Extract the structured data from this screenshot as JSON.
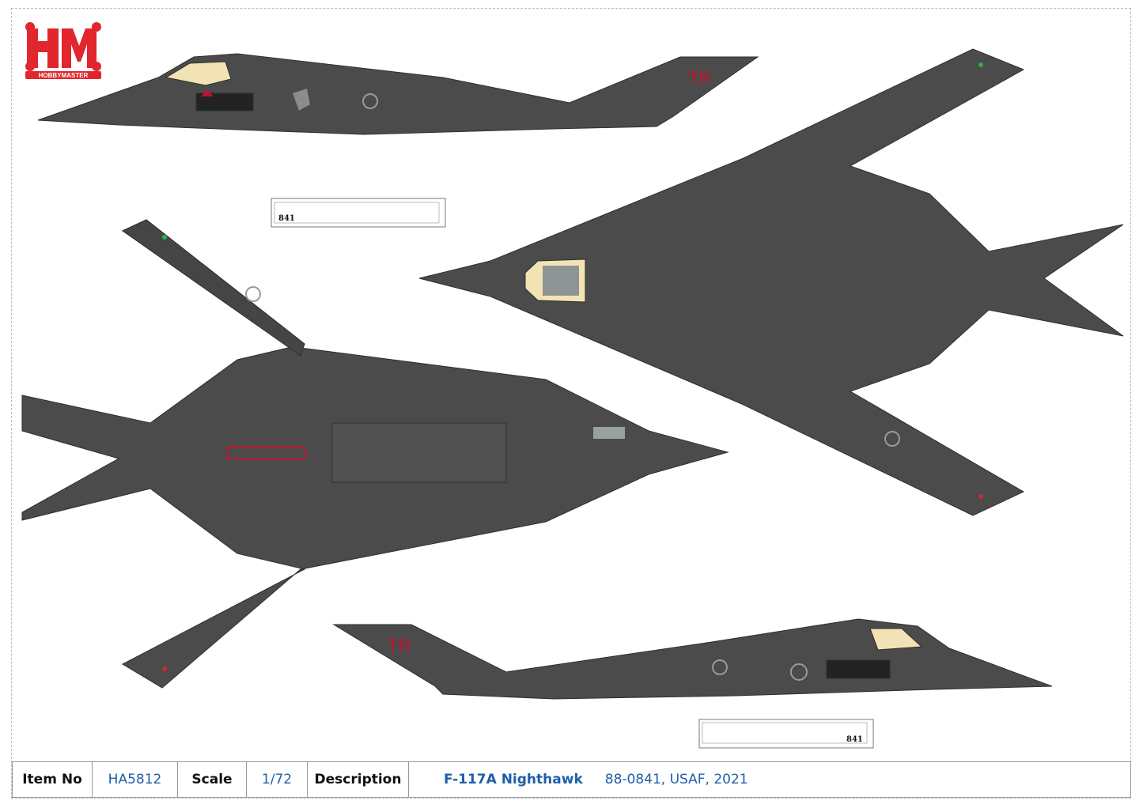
{
  "brand": {
    "logo_text": "HM",
    "logo_subtext": "HOBBYMASTER",
    "color": "#e1262d"
  },
  "aircraft": {
    "paint_color": "#4a4b4a",
    "tail_code": "TR",
    "tail_code_color": "#c8102e",
    "serial_plate": "841"
  },
  "info_bar": {
    "item_no_label": "Item No",
    "item_no_value": "HA5812",
    "scale_label": "Scale",
    "scale_value": "1/72",
    "description_label": "Description",
    "description_name": "F-117A Nighthawk",
    "description_detail": "88-0841, USAF, 2021"
  }
}
